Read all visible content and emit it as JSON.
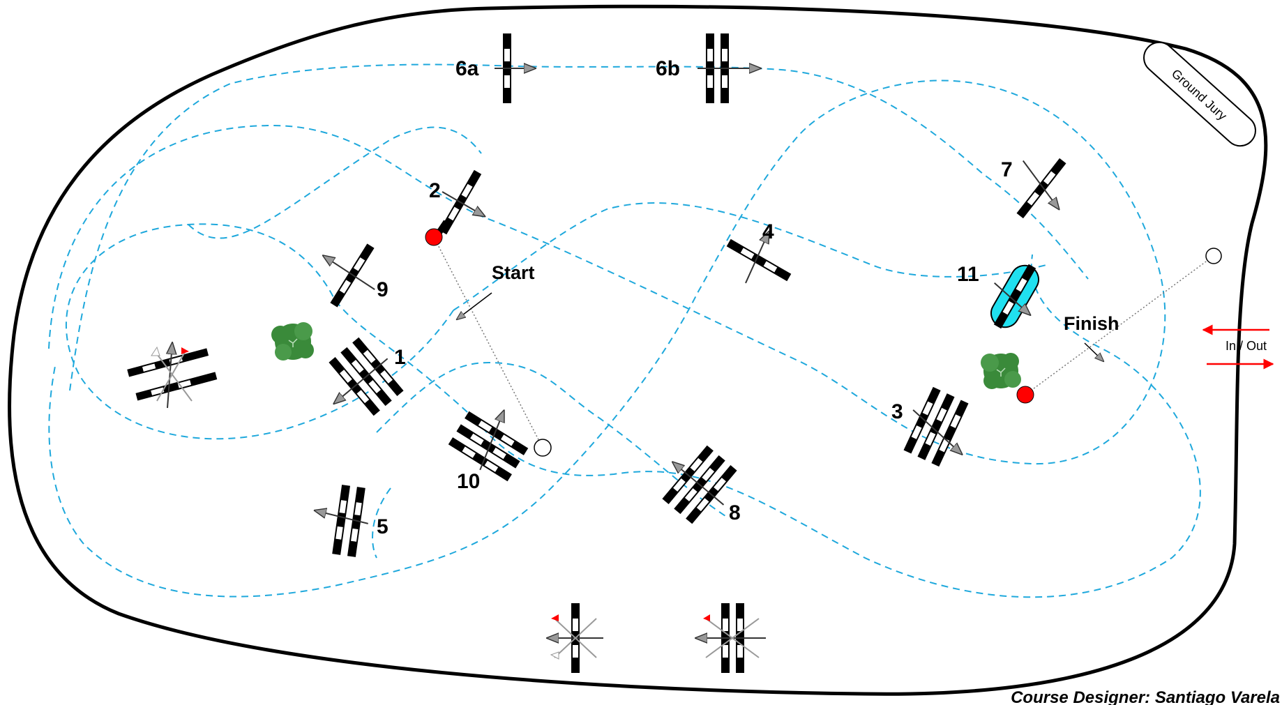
{
  "course": {
    "fences": [
      {
        "id": "1",
        "label": "1"
      },
      {
        "id": "2",
        "label": "2"
      },
      {
        "id": "3",
        "label": "3"
      },
      {
        "id": "4",
        "label": "4"
      },
      {
        "id": "5",
        "label": "5"
      },
      {
        "id": "6a",
        "label": "6a"
      },
      {
        "id": "6b",
        "label": "6b"
      },
      {
        "id": "7",
        "label": "7"
      },
      {
        "id": "8",
        "label": "8"
      },
      {
        "id": "9",
        "label": "9"
      },
      {
        "id": "10",
        "label": "10"
      },
      {
        "id": "11",
        "label": "11"
      }
    ],
    "start_label": "Start",
    "finish_label": "Finish",
    "ground_jury_label": "Ground Jury",
    "entrance_label": "In / Out",
    "designer_credit": "Course Designer: Santiago Varela"
  },
  "colors": {
    "route": "#1ea8dc",
    "start_finish_flag": "#ff0000",
    "water_jump": "#20e0f0",
    "tree": "#3a8a3a",
    "entrance_arrow": "#ff0000"
  }
}
